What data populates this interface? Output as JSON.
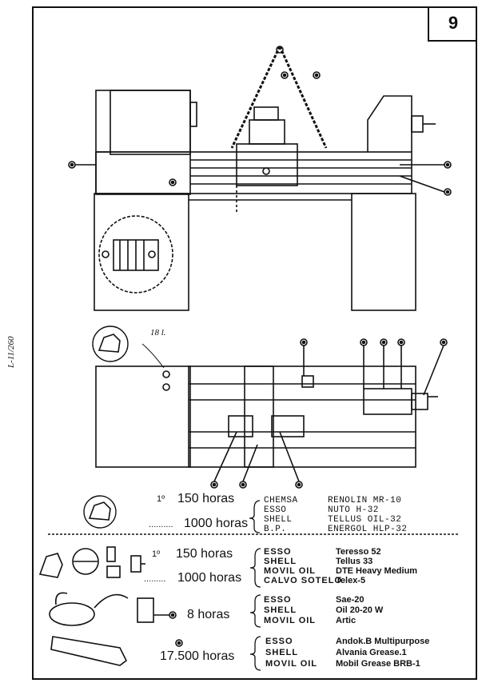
{
  "page_number": "9",
  "side_note": "L-11/260",
  "capacity_label": "18 l.",
  "section1": {
    "interval_prefix": "1º",
    "interval1": "150 horas",
    "interval2_dots": "..........",
    "interval2": "1000 horas",
    "oils": [
      {
        "brand": "CHEMSA",
        "product": "RENOLIN MR-10"
      },
      {
        "brand": "ESSO",
        "product": "NUTO H-32"
      },
      {
        "brand": "SHELL",
        "product": "TELLUS OIL-32"
      },
      {
        "brand": "B.P.",
        "product": "ENERGOL HLP-32"
      }
    ]
  },
  "section2": {
    "interval_prefix": "1º",
    "interval1": "150 horas",
    "interval2_dots": ".........",
    "interval2": "1000 horas",
    "oils": [
      {
        "brand": "ESSO",
        "product": "Teresso 52"
      },
      {
        "brand": "SHELL",
        "product": "Tellus 33"
      },
      {
        "brand": "MOVIL OIL",
        "product": "DTE Heavy Medium"
      },
      {
        "brand": "CALVO SOTELO",
        "product": "Telex-5"
      }
    ]
  },
  "section3": {
    "interval": "8 horas",
    "oils": [
      {
        "brand": "ESSO",
        "product": "Sae-20"
      },
      {
        "brand": "SHELL",
        "product": "Oil 20-20 W"
      },
      {
        "brand": "MOVIL OIL",
        "product": "Artic"
      }
    ]
  },
  "section4": {
    "interval": "17.500 horas",
    "oils": [
      {
        "brand": "ESSO",
        "product": "Andok.B Multipurpose"
      },
      {
        "brand": "SHELL",
        "product": "Alvania Grease.1"
      },
      {
        "brand": "MOVIL OIL",
        "product": "Mobil Grease BRB-1"
      }
    ]
  }
}
